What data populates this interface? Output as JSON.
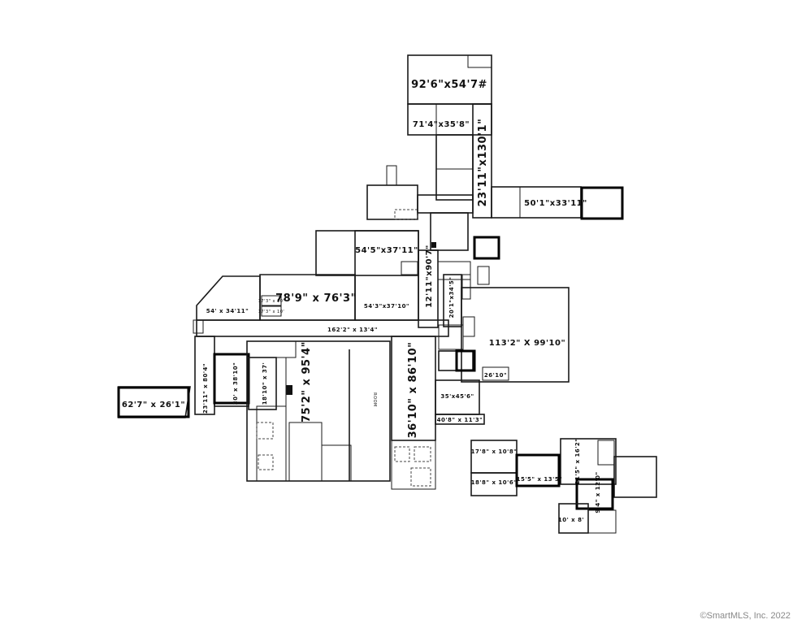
{
  "rooms": {
    "r_92_6": "92'6\"x54'7#",
    "r_71_4": "71'4\"x35'8\"",
    "r_23_11_130": "23'11\"x130'1\"",
    "r_50_1": "50'1\"x33'11\"",
    "r_54_5": "54'5\"x37'11\"",
    "r_12_11": "12'11\"x90'7\"",
    "r_78_9": "78'9\" x 76'3\"",
    "r_54_3": "54'3\"x37'10\"",
    "r_54_34": "54' x 34'11\"",
    "r_17_3a": "17'3\" x 10'",
    "r_17_3b": "17'3\" x 10'",
    "r_20_1": "20'1\"x34'5\"",
    "r_162_2": "162'2\" x 13'4\"",
    "r_113_2": "113'2\" X 99'10\"",
    "r_75_2": "75'2\" x 95'4\"",
    "r_36_10": "36'10\" x 86'10\"",
    "r_23_11_80": "23'11\" x 80'4\"",
    "r_30_38": "30' x 38'10\"",
    "r_18_10": "18'10\" x 37'",
    "r_62_7": "62'7\" x 26'1\"",
    "r_35_45": "35'x45'6\"",
    "r_40_8": "40'8\" x 11'3\"",
    "r_26_10": "26'10\"",
    "r_room_upd": "ROOM",
    "r_17_8": "17'8\" x 10'8\"",
    "r_18_8": "18'8\" x 10'6\"",
    "r_15_5": "15'5\" x 13'5\"",
    "r_21_5": "21'5\" x 16'2\"",
    "r_9_4": "9'4\" x 12'0\"",
    "r_10_8": "10' x 8'"
  },
  "copyright": "©SmartMLS, Inc.  2022"
}
